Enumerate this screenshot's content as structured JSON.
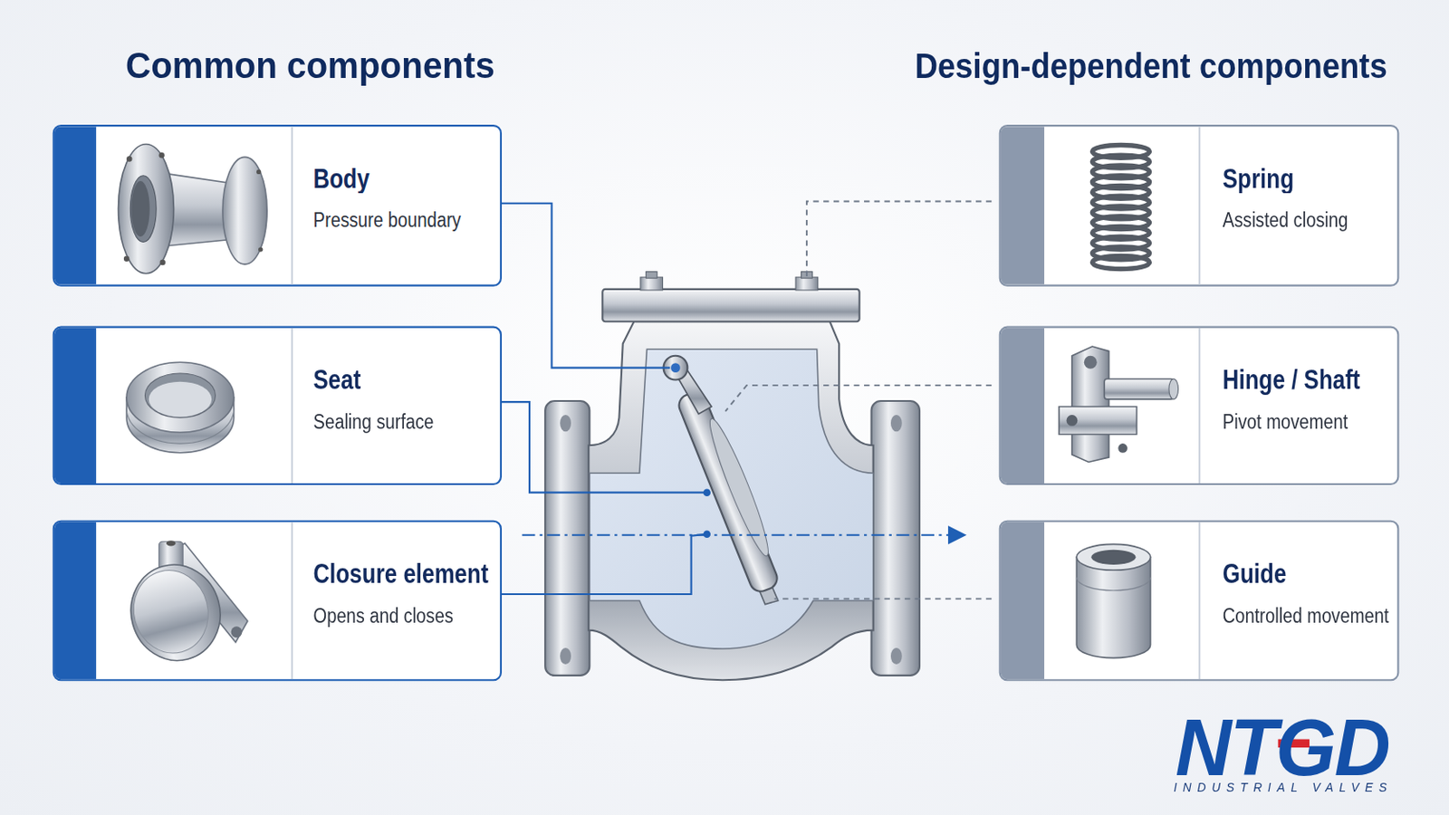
{
  "diagram": {
    "nodes": [
      {
        "text": [
          "Body",
          "Pressure boundary"
        ]
      },
      {
        "text": [
          "Seat",
          "Sealing surface"
        ]
      },
      {
        "text": [
          "Closure element",
          "Opens and closes"
        ]
      },
      {
        "text": [
          "Spring",
          "Assisted closing"
        ]
      },
      {
        "text": [
          "Hinge / Shaft",
          "Pivot movement"
        ]
      },
      {
        "text": [
          "Guide",
          "Controlled movement"
        ]
      }
    ],
    "labels": [
      "Common components",
      "Design-dependent components",
      "NTGD",
      "INDUSTRIAL VALVES"
    ]
  }
}
